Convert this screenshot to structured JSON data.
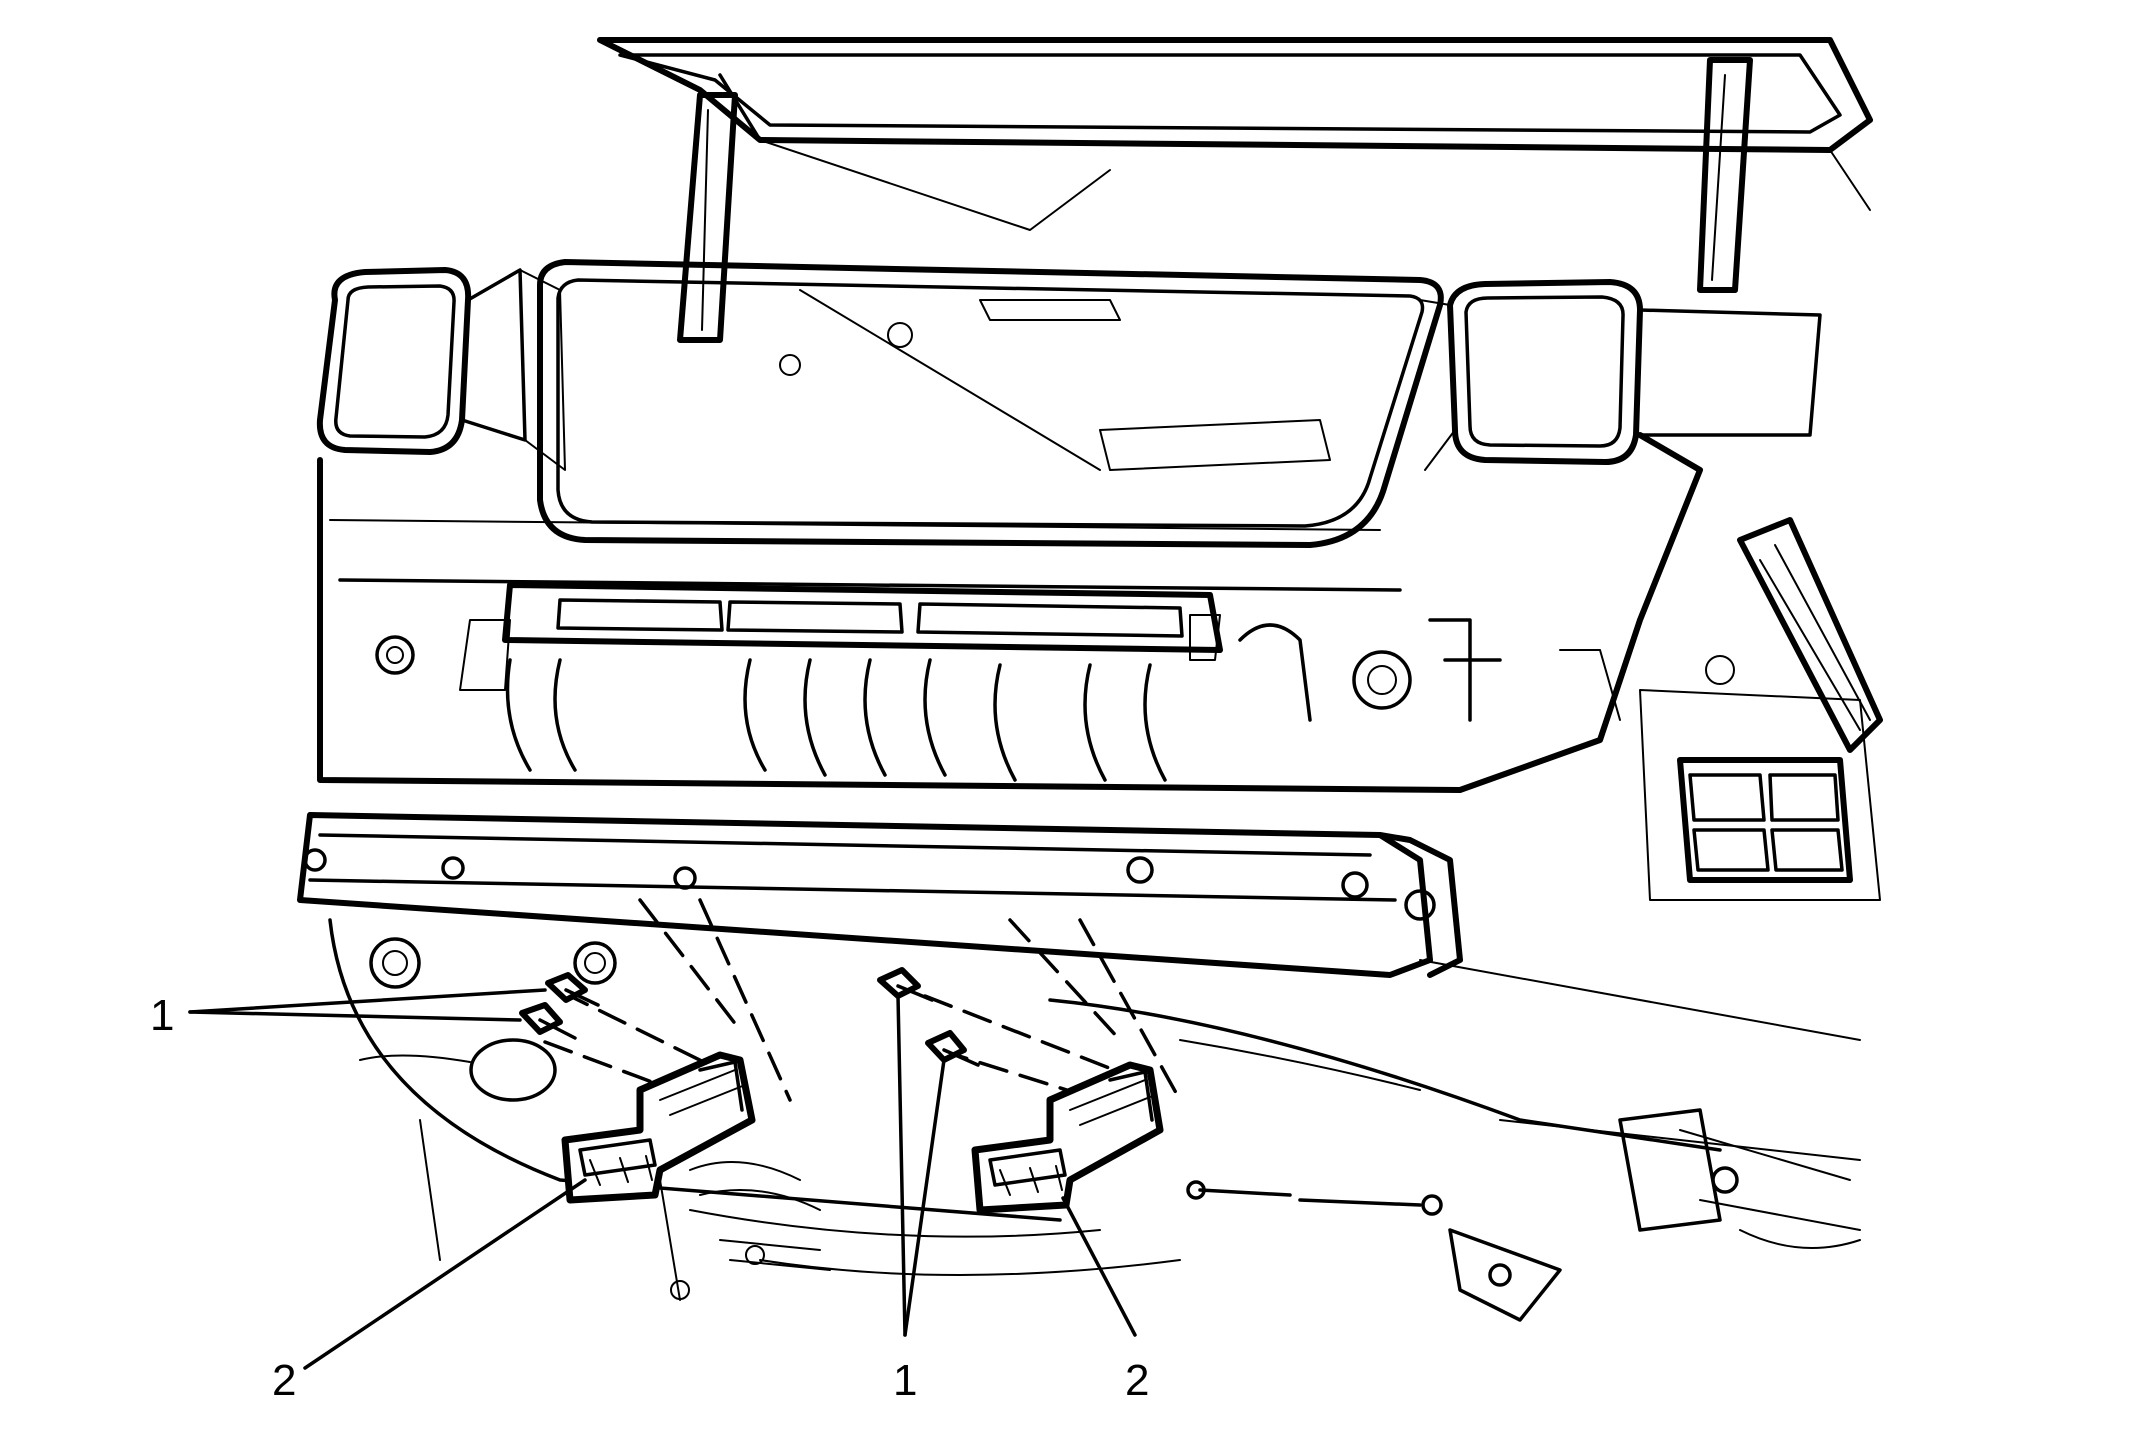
{
  "diagram": {
    "callouts": [
      {
        "id": "1",
        "text": "1"
      },
      {
        "id": "2",
        "text": "2"
      },
      {
        "id": "1b",
        "text": "1"
      },
      {
        "id": "2b",
        "text": "2"
      }
    ],
    "stroke_color": "#000000",
    "background_color": "#ffffff"
  }
}
